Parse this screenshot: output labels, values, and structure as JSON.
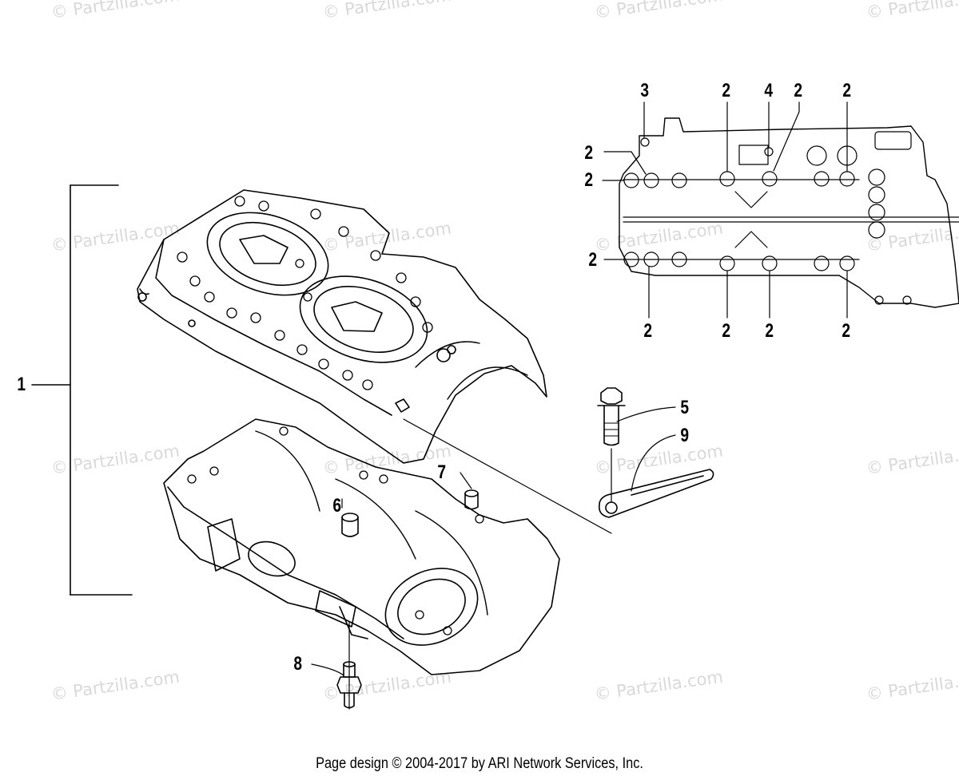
{
  "watermarks": [
    "© Partzilla.com",
    "© Partzilla.com",
    "© Partzilla.com",
    "© Partzilla.com",
    "© Partzilla.com",
    "© Partzilla.com",
    "© Partzilla.com",
    "© Partzilla.com",
    "© Partzilla.com",
    "© Partzilla.com",
    "© Partzilla.com",
    "© Partzilla.com",
    "© Partzilla.com",
    "© Partzilla.com",
    "© Partzilla.com",
    "© Partzilla.com"
  ],
  "callouts": {
    "c1": "1",
    "c3": "3",
    "c4": "4",
    "c5": "5",
    "c6": "6",
    "c7": "7",
    "c8": "8",
    "c9": "9",
    "t2a": "2",
    "t2b": "2",
    "t2c": "2",
    "l2a": "2",
    "l2b": "2",
    "l2c": "2",
    "b2a": "2",
    "b2b": "2",
    "b2c": "2",
    "b2d": "2"
  },
  "footer": "Page design © 2004-2017 by ARI Network Services, Inc."
}
